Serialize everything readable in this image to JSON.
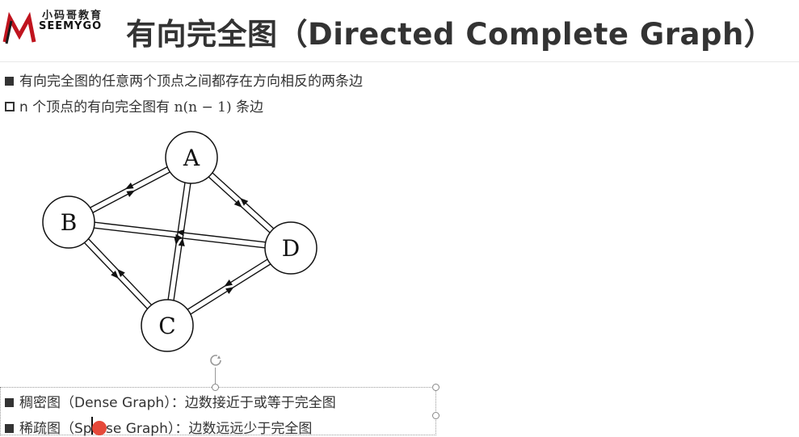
{
  "header": {
    "logo_cn": "小码哥教育",
    "logo_en": "SEEMYGO",
    "title": "有向完全图（Directed Complete Graph）"
  },
  "bullets": [
    {
      "text": "有向完全图的任意两个顶点之间都存在方向相反的两条边"
    },
    {
      "prefix": "n 个顶点的有向完全图有 ",
      "formula": "n(n − 1)",
      "suffix": " 条边"
    }
  ],
  "graph": {
    "nodes": [
      {
        "id": "A",
        "label": "A"
      },
      {
        "id": "B",
        "label": "B"
      },
      {
        "id": "C",
        "label": "C"
      },
      {
        "id": "D",
        "label": "D"
      }
    ],
    "edges": [
      [
        "A",
        "B"
      ],
      [
        "A",
        "C"
      ],
      [
        "A",
        "D"
      ],
      [
        "B",
        "C"
      ],
      [
        "B",
        "D"
      ],
      [
        "C",
        "D"
      ]
    ]
  },
  "definitions": [
    {
      "text": "稠密图（Dense Graph）：边数接近于或等于完全图"
    },
    {
      "text": "稀疏图（Sparse Graph）：边数远远少于完全图"
    }
  ],
  "colors": {
    "title": "#333333",
    "logo_mark": "#c0141e",
    "cursor": "#e5493a"
  }
}
